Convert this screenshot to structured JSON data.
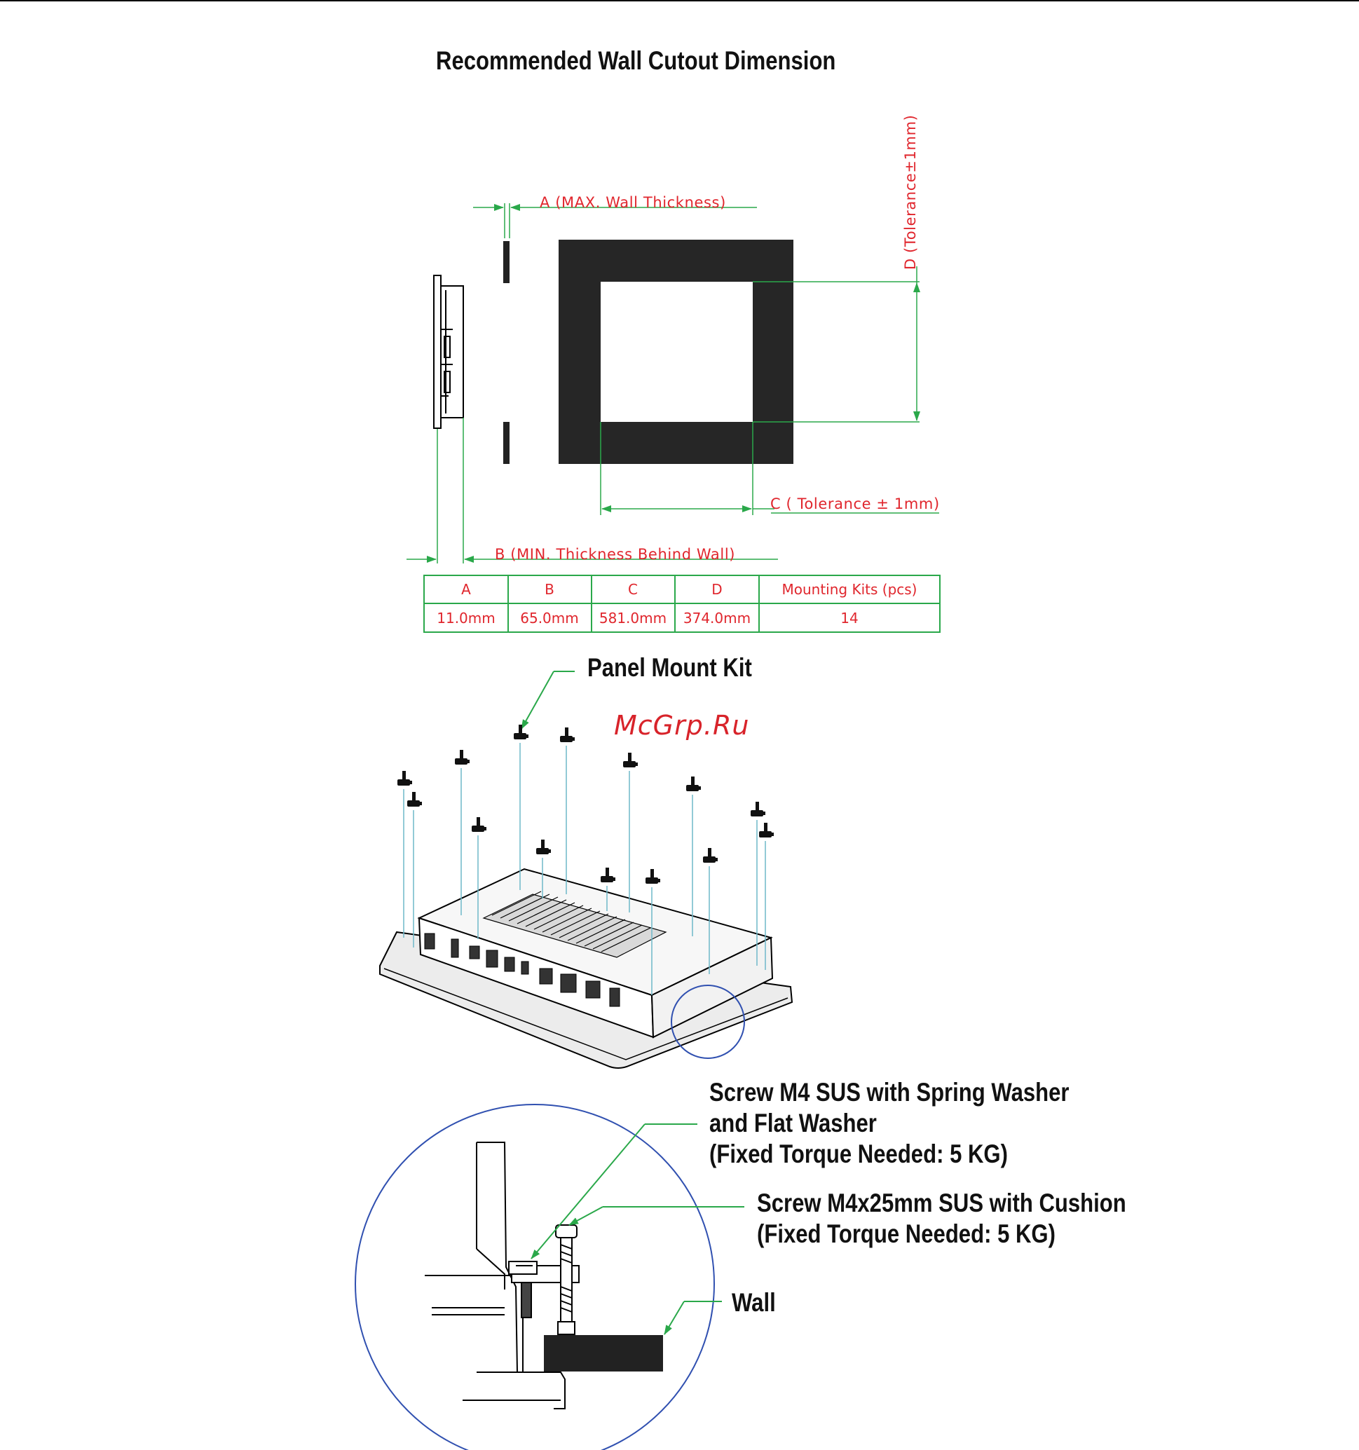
{
  "titles": {
    "cutout": "Recommended Wall Cutout Dimension",
    "panel_kit": "Panel Mount Kit"
  },
  "dimension_labels": {
    "a": "A (MAX. Wall Thickness)",
    "b": "B (MIN. Thickness Behind Wall)",
    "c": "C ( Tolerance ± 1mm)",
    "d": "D (Tolerance±1mm)"
  },
  "table": {
    "headers": [
      "A",
      "B",
      "C",
      "D",
      "Mounting Kits (pcs)"
    ],
    "values": [
      "11.0mm",
      "65.0mm",
      "581.0mm",
      "374.0mm",
      "14"
    ]
  },
  "watermark": "McGrp.Ru",
  "callouts": {
    "screw_m4_line1": "Screw M4 SUS with Spring Washer",
    "screw_m4_line2": "and Flat Washer",
    "screw_m4_line3": "(Fixed Torque Needed: 5 KG)",
    "screw_m4x25_line1": "Screw M4x25mm SUS with Cushion",
    "screw_m4x25_line2": "(Fixed Torque Needed: 5 KG)",
    "wall": "Wall"
  },
  "colors": {
    "dimension_text": "#e0262d",
    "dimension_line": "#2aa84a",
    "detail_circle": "#3050b0",
    "leader_line": "#2aa84a"
  }
}
